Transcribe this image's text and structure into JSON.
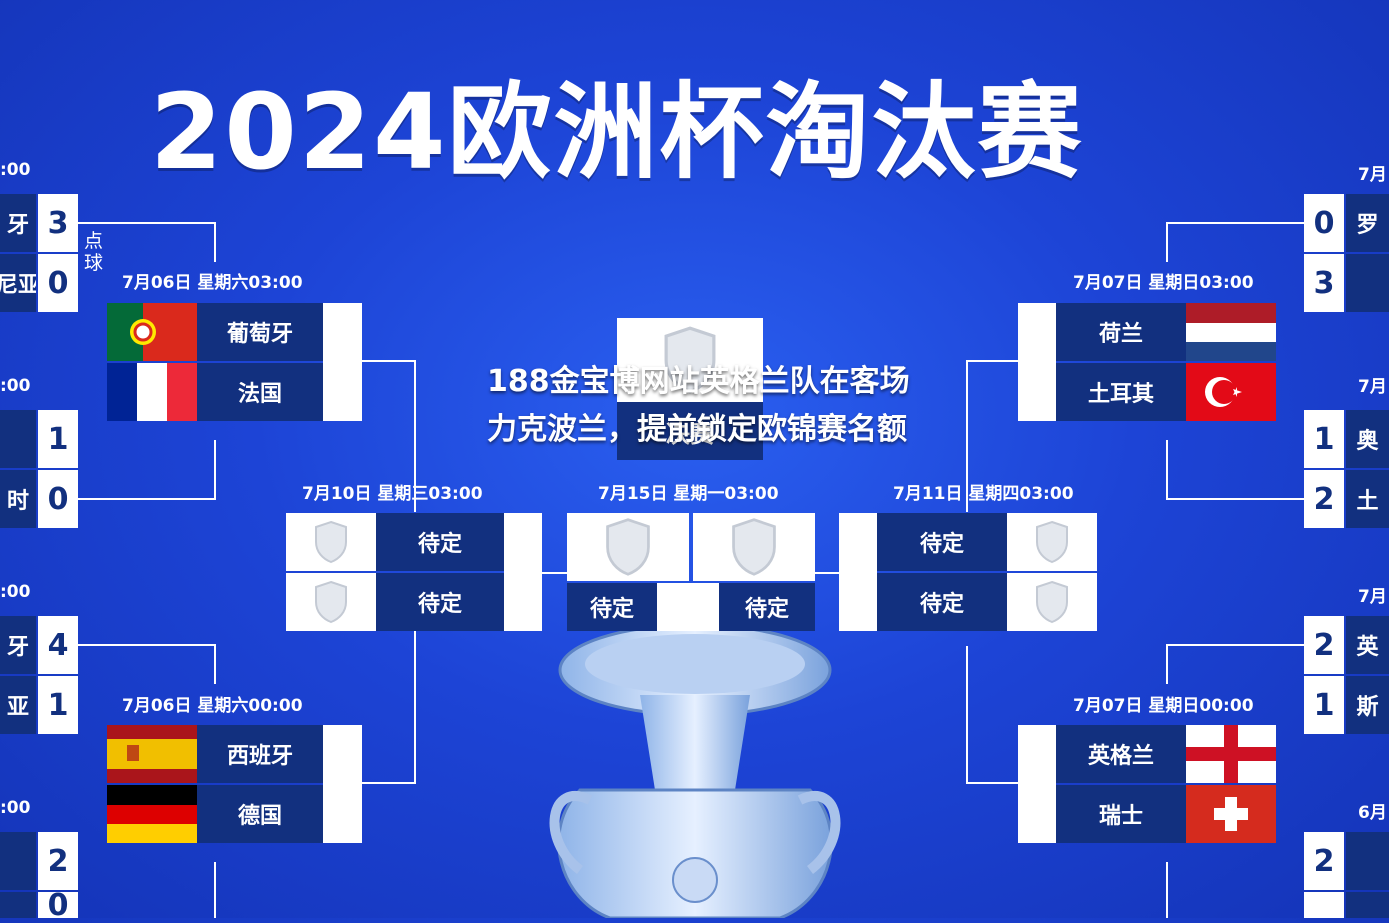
{
  "title": "2024欧洲杯淘汰赛",
  "overlay_text": "188金宝博网站英格兰队在客场力克波兰，提前锁定欧锦赛名额",
  "penalty_note": "点球",
  "left": {
    "top_pair": {
      "date": "7月06日 星期六03:00",
      "team1": "葡萄牙",
      "team2": "法国"
    },
    "bottom_pair": {
      "date": "7月06日 星期六00:00",
      "team1": "西班牙",
      "team2": "德国"
    },
    "r16": [
      {
        "time": ":00",
        "team1": "牙",
        "score1": "3",
        "team2": "尼亚",
        "score2": "0"
      },
      {
        "time": ":00",
        "team1": "",
        "score1": "1",
        "team2": "时",
        "score2": "0"
      },
      {
        "time": ":00",
        "team1": "牙",
        "score1": "4",
        "team2": "亚",
        "score2": "1"
      },
      {
        "time": ":00",
        "team1": "",
        "score1": "2",
        "team2": "",
        "score2": "0"
      }
    ]
  },
  "right": {
    "top_pair": {
      "date": "7月07日 星期日03:00",
      "team1": "荷兰",
      "team2": "土耳其"
    },
    "bottom_pair": {
      "date": "7月07日 星期日00:00",
      "team1": "英格兰",
      "team2": "瑞士"
    },
    "r16": [
      {
        "time": "7月",
        "team1": "罗",
        "score1": "0",
        "team2": "",
        "score2": "3"
      },
      {
        "time": "7月",
        "team1": "奥",
        "score1": "1",
        "team2": "土",
        "score2": "2"
      },
      {
        "time": "7月",
        "team1": "英",
        "score1": "2",
        "team2": "斯",
        "score2": "1"
      },
      {
        "time": "6月",
        "team1": "",
        "score1": "2",
        "team2": "",
        "score2": ""
      }
    ]
  },
  "semis": {
    "left": {
      "date": "7月10日 星期三03:00",
      "team1": "待定",
      "team2": "待定"
    },
    "right": {
      "date": "7月11日 星期四03:00",
      "team1": "待定",
      "team2": "待定"
    }
  },
  "final": {
    "date": "7月15日 星期一03:00",
    "team1": "待定",
    "team2": "待定",
    "center_label": "决赛"
  },
  "colors": {
    "background": "#1d44d6",
    "team_box": "#12307f",
    "white": "#ffffff"
  }
}
